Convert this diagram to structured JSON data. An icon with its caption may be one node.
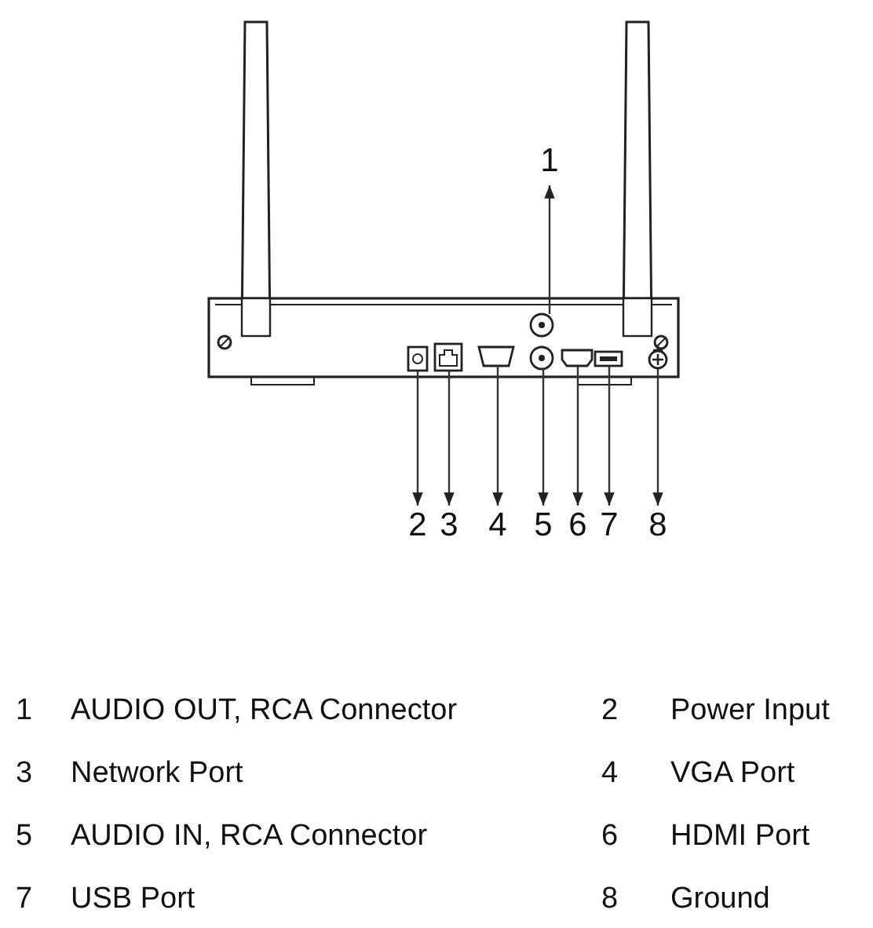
{
  "diagram": {
    "nodes": [
      {
        "text": [
          "1"
        ]
      },
      {
        "text": [
          "2"
        ]
      },
      {
        "text": [
          "3"
        ]
      },
      {
        "text": [
          "4"
        ]
      },
      {
        "text": [
          "5"
        ]
      },
      {
        "text": [
          "6"
        ]
      },
      {
        "text": [
          "7"
        ]
      },
      {
        "text": [
          "8"
        ]
      },
      {
        "text": [],
        "shape": "picture"
      },
      {
        "text": [],
        "shape": "picture"
      },
      {
        "text": [],
        "shape": "picture"
      },
      {
        "text": [],
        "shape": "picture"
      },
      {
        "text": [],
        "shape": "picture"
      },
      {
        "text": [],
        "shape": "picture"
      },
      {
        "text": [],
        "shape": "picture"
      },
      {
        "text": [],
        "shape": "picture"
      }
    ],
    "edges": [
      {
        "from": 8,
        "to": 0,
        "arrow": "to"
      },
      {
        "from": 9,
        "to": 1,
        "arrow": "to"
      },
      {
        "from": 10,
        "to": 2,
        "arrow": "to"
      },
      {
        "from": 11,
        "to": 3,
        "arrow": "to"
      },
      {
        "from": 12,
        "to": 4,
        "arrow": "to"
      },
      {
        "from": 13,
        "to": 5,
        "arrow": "to"
      },
      {
        "from": 14,
        "to": 6,
        "arrow": "to"
      },
      {
        "from": 15,
        "to": 7,
        "arrow": "to"
      }
    ],
    "labels": [
      "1",
      "AUDIO OUT, RCA Connector",
      "2",
      "Power Input",
      "3",
      "Network Port",
      "4",
      "VGA Port",
      "5",
      "AUDIO IN, RCA Connector",
      "6",
      "HDMI Port",
      "7",
      "USB Port",
      "8",
      "Ground"
    ]
  }
}
